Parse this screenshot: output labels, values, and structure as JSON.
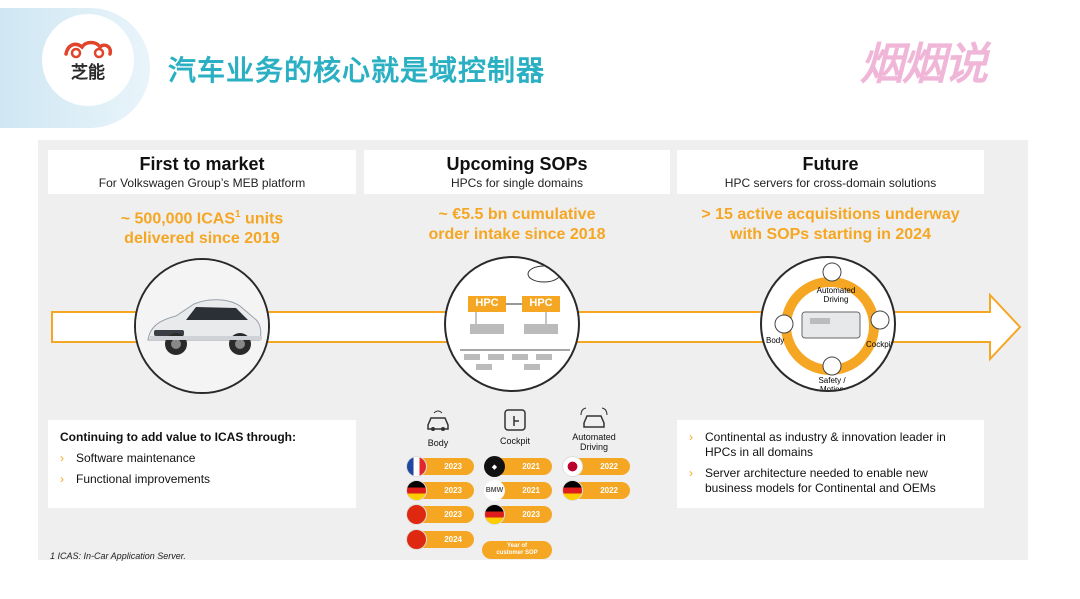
{
  "header": {
    "logo_text": "芝能",
    "title": "汽车业务的核心就是域控制器",
    "watermark": "烟烟说"
  },
  "columns": [
    {
      "heading": "First to market",
      "subheading": "For Volkswagen Group’s MEB platform",
      "metric_line1": "~ 500,000 ICAS",
      "metric_sup": "1",
      "metric_line1_suffix": " units",
      "metric_line2": "delivered since 2019"
    },
    {
      "heading": "Upcoming SOPs",
      "subheading": "HPCs for single domains",
      "metric_line1": "~ €5.5 bn cumulative",
      "metric_line2": "order intake since 2018"
    },
    {
      "heading": "Future",
      "subheading": "HPC servers for cross-domain solutions",
      "metric_line1": "> 15 active acquisitions underway",
      "metric_line2": "with SOPs starting in 2024"
    }
  ],
  "hpc_diagram": {
    "left": "HPC",
    "right": "HPC"
  },
  "future_diagram": {
    "automated": "Automated\nDriving",
    "body": "Body",
    "cockpit": "Cockpit",
    "safety": "Safety /\nMotion"
  },
  "left_box": {
    "title": "Continuing to add value to ICAS through:",
    "items": [
      "Software maintenance",
      "Functional improvements"
    ]
  },
  "sops": {
    "body": {
      "label": "Body",
      "years": [
        "2023",
        "2023",
        "2023",
        "2024"
      ]
    },
    "cockpit": {
      "label": "Cockpit",
      "years": [
        "2021",
        "2021",
        "2023"
      ],
      "bmw": "BMW",
      "year_of_sop": "Year of\ncustomer SOP"
    },
    "automated": {
      "label": "Automated\nDriving",
      "years": [
        "2022",
        "2022"
      ]
    }
  },
  "right_box": {
    "items": [
      "Continental as industry & innovation leader in HPCs in all domains",
      "Server architecture needed to enable new business models for Continental and OEMs"
    ]
  },
  "footnote": "1 ICAS: In-Car Application Server.",
  "colors": {
    "accent": "#f5a623",
    "title": "#2bb0c3",
    "watermark": "#f0b6d8",
    "panel": "#efefef"
  }
}
